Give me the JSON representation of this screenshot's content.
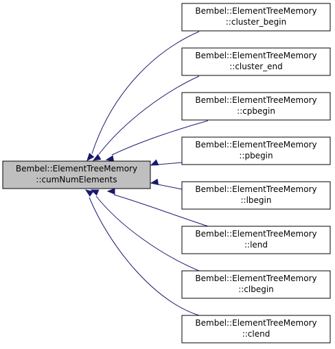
{
  "graph": {
    "edge_color": "#191970",
    "focus_fill": "#bfbfbf",
    "node_fill": "#ffffff",
    "focus": {
      "line1": "Bembel::ElementTreeMemory",
      "line2": "::cumNumElements"
    },
    "callers": [
      {
        "line1": "Bembel::ElementTreeMemory",
        "line2": "::cluster_begin"
      },
      {
        "line1": "Bembel::ElementTreeMemory",
        "line2": "::cluster_end"
      },
      {
        "line1": "Bembel::ElementTreeMemory",
        "line2": "::cpbegin"
      },
      {
        "line1": "Bembel::ElementTreeMemory",
        "line2": "::pbegin"
      },
      {
        "line1": "Bembel::ElementTreeMemory",
        "line2": "::lbegin"
      },
      {
        "line1": "Bembel::ElementTreeMemory",
        "line2": "::lend"
      },
      {
        "line1": "Bembel::ElementTreeMemory",
        "line2": "::clbegin"
      },
      {
        "line1": "Bembel::ElementTreeMemory",
        "line2": "::clend"
      }
    ]
  }
}
